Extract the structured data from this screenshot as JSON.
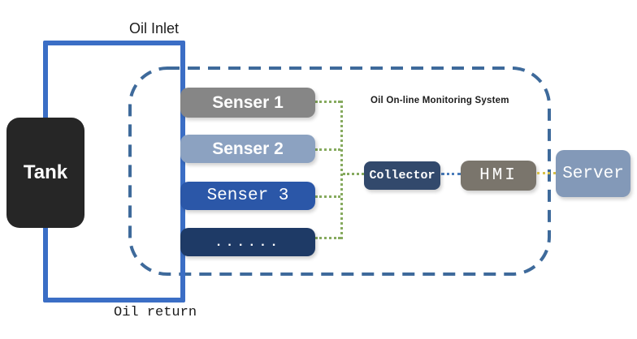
{
  "title": "Oil On-line Monitoring System",
  "labels": {
    "oil_inlet": "Oil Inlet",
    "oil_return": "Oil return"
  },
  "tank": {
    "label": "Tank",
    "color": "#262626"
  },
  "sensors": [
    {
      "label": "Senser 1",
      "color": "#868686"
    },
    {
      "label": "Senser 2",
      "color": "#8CA2C1"
    },
    {
      "label": "Senser 3",
      "color": "#2B57A8"
    },
    {
      "label": "......",
      "color": "#1E3A66"
    }
  ],
  "nodes": {
    "collector": {
      "label": "Collector",
      "color": "#32496C"
    },
    "hmi": {
      "label": "HMI",
      "color": "#7A756C"
    },
    "server": {
      "label": "Server",
      "color": "#8399B8"
    }
  },
  "connectors": {
    "sensor_bus_color": "#86AA5E",
    "collector_hmi_color": "#4A7CBA",
    "hmi_server_color": "#D8C14B",
    "system_boundary_color": "#3E6A9B",
    "pipe_color": "#3B6EC5"
  }
}
